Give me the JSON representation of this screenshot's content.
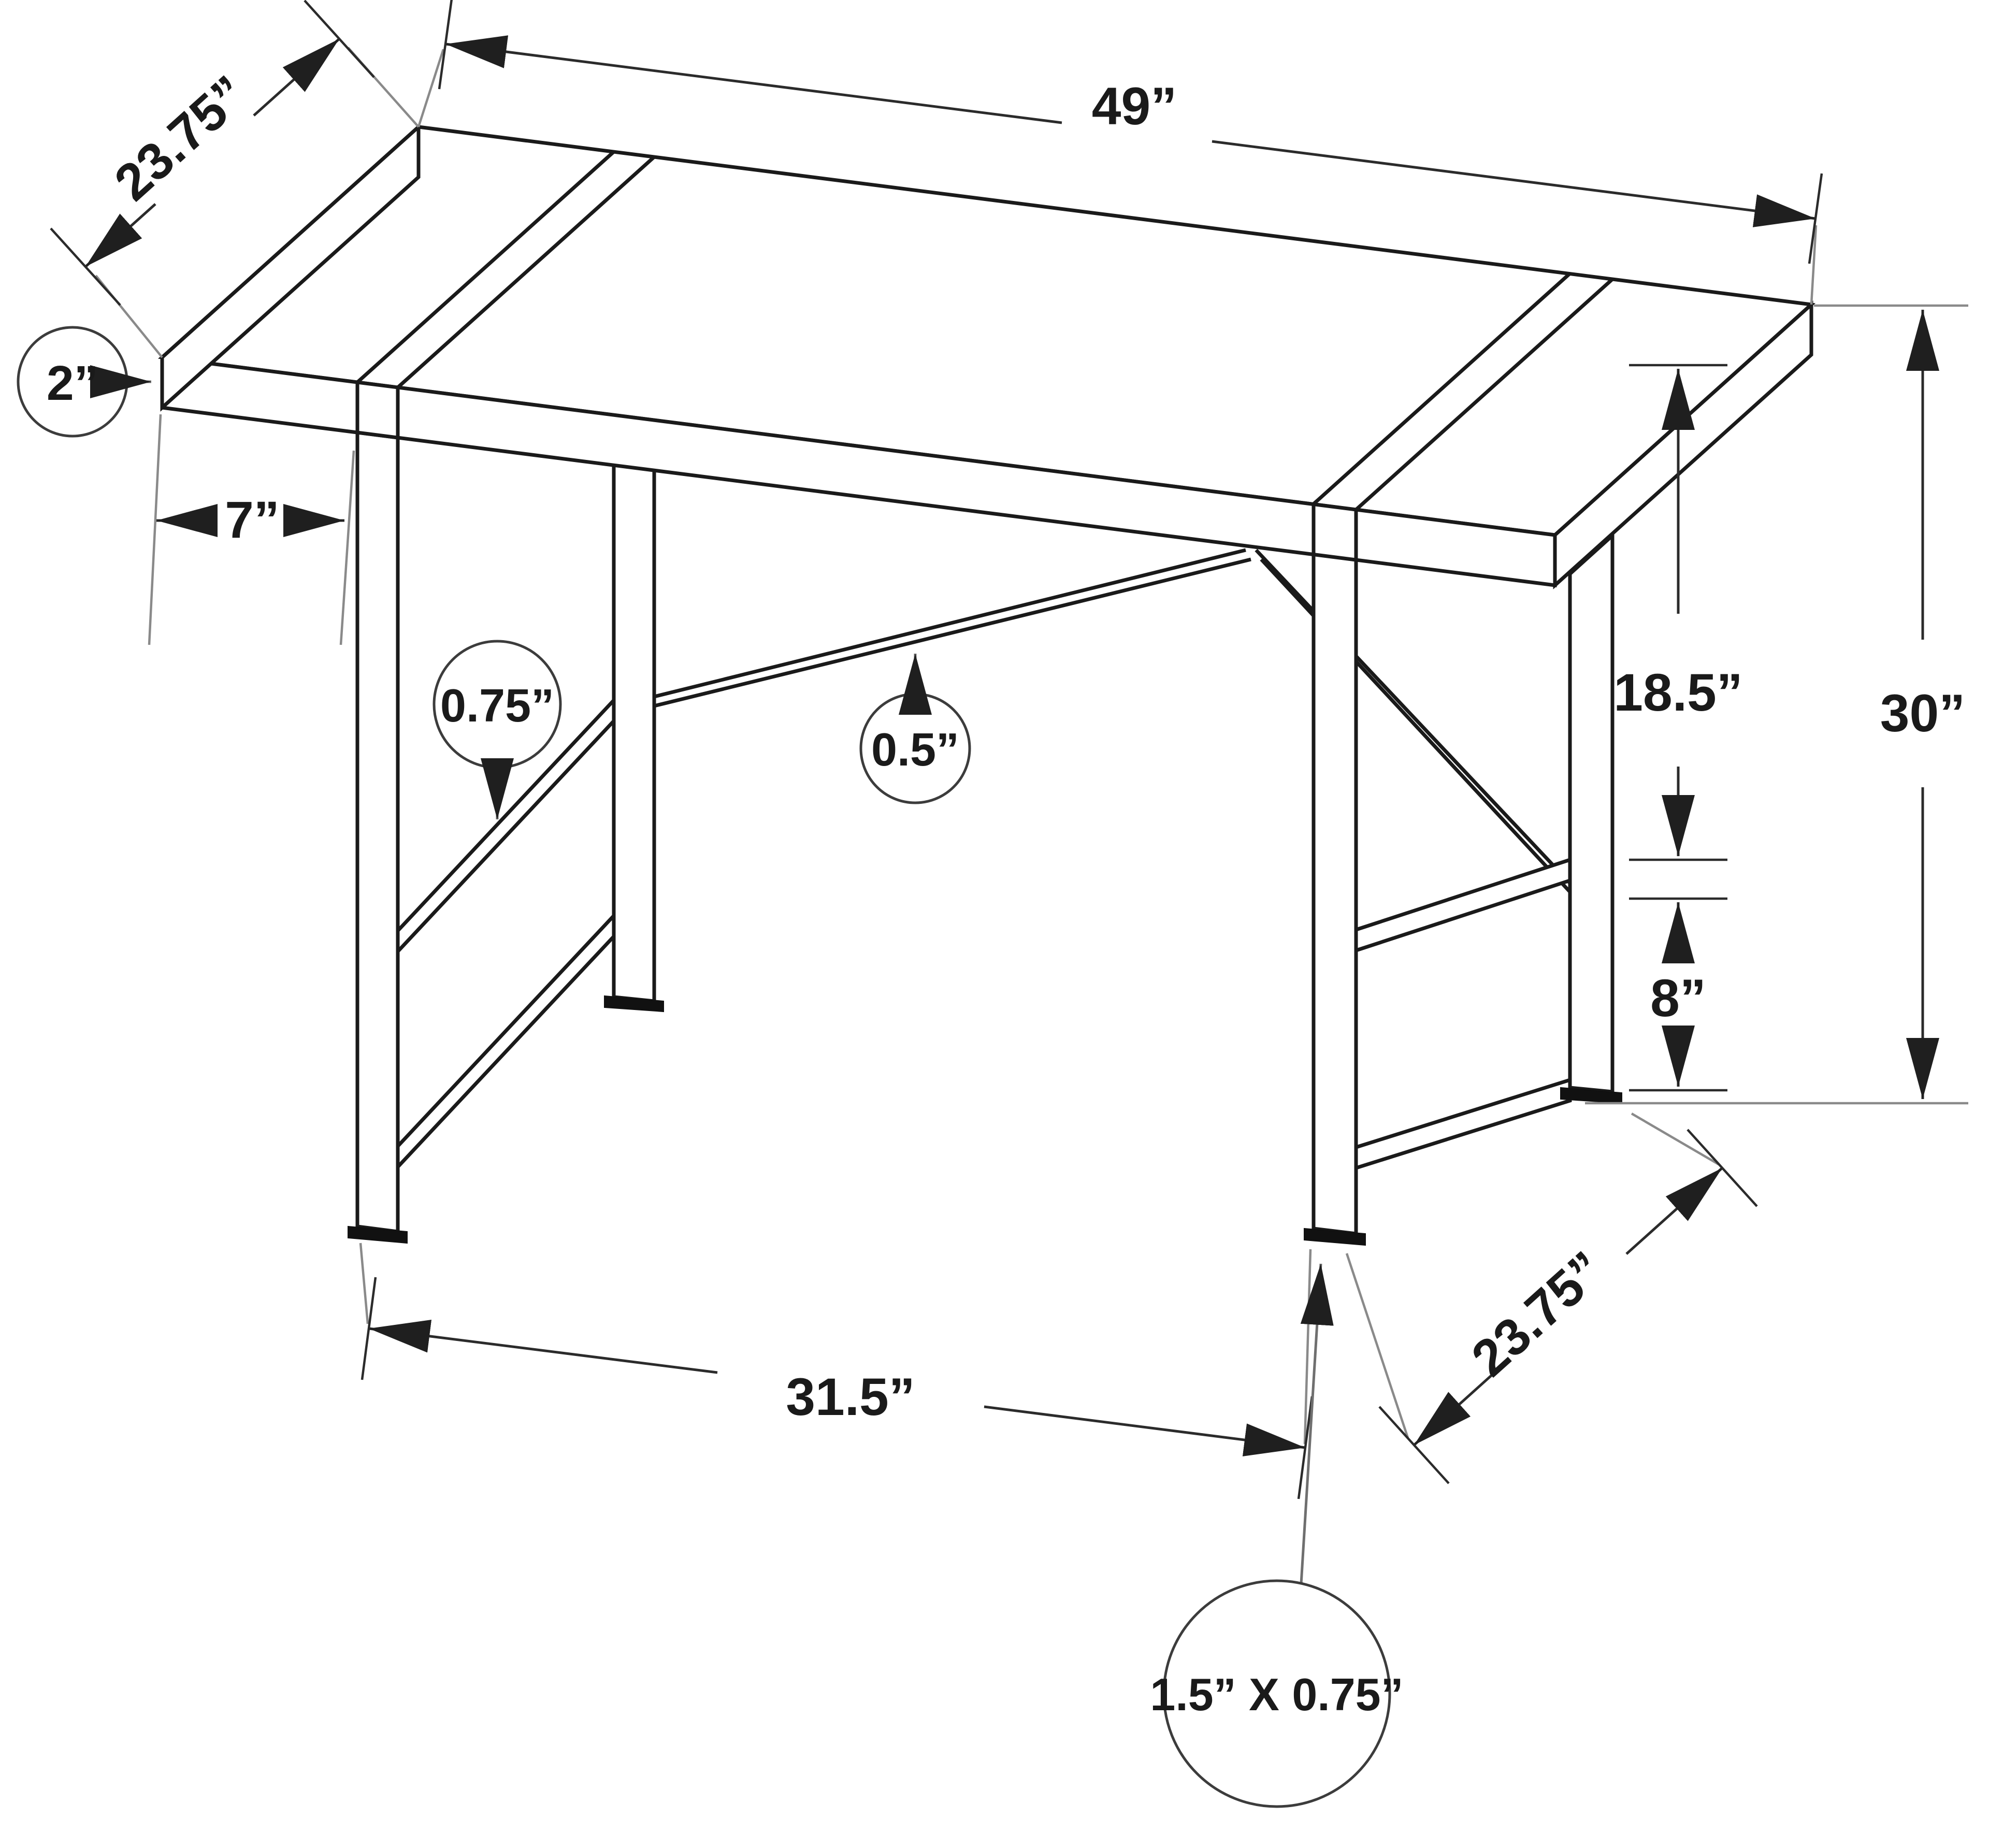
{
  "diagram": {
    "kind": "furniture-dimension-drawing",
    "background": "#ffffff",
    "line_color": "#1a1a1a",
    "dimension_color": "#2b2b2b",
    "witness_color": "#8a8a8a"
  },
  "labels": {
    "top_width": "49”",
    "top_depth": "23.75”",
    "top_thickness": "2”",
    "side_overhang": "7”",
    "rail_tube": "0.75”",
    "brace_tube": "0.5”",
    "top_to_rail": "18.5”",
    "rail_spacing": "8”",
    "overall_height": "30”",
    "leg_inner_span": "31.5”",
    "leg_depth": "23.75”",
    "leg_tube_section": "1.5” X 0.75”"
  }
}
